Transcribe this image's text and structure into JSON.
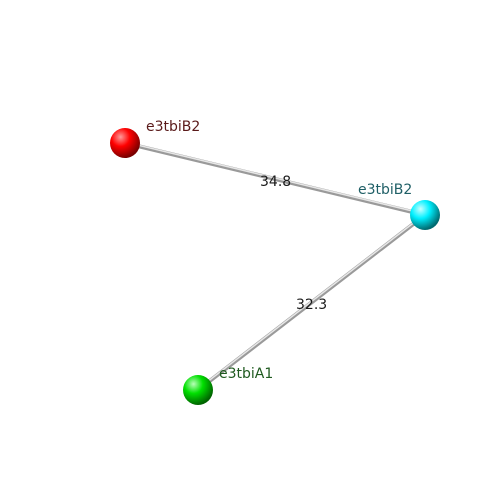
{
  "nodes": [
    {
      "id": "n-red",
      "label": "e3tbiB2",
      "color": "#ff0000",
      "label_color": "#5a1a1a"
    },
    {
      "id": "n-cyan",
      "label": "e3tbiB2",
      "color": "#00f0ff",
      "label_color": "#1f5f66"
    },
    {
      "id": "n-green",
      "label": "e3tbiA1",
      "color": "#00e000",
      "label_color": "#1f5a1f"
    }
  ],
  "edges": [
    {
      "id": "e-red-cyan",
      "from": "n-red",
      "to": "n-cyan",
      "label": "34.8"
    },
    {
      "id": "e-cyan-green",
      "from": "n-cyan",
      "to": "n-green",
      "label": "32.3"
    }
  ]
}
